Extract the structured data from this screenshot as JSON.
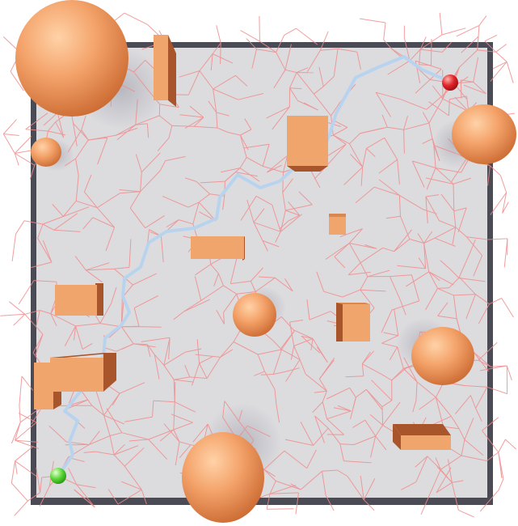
{
  "scene": {
    "type": "motion-planning-visualization",
    "colors": {
      "background": "#ffffff",
      "wall": "#4b4b55",
      "floor": "#dcdcdf",
      "obstacle": "#f0a56c",
      "obstacle_shade": "#a9552b",
      "tree_edge": "#f08c8c",
      "path": "#b8d3ee",
      "start": "#59d836",
      "goal": "#e0232a"
    },
    "markers": {
      "start": "start-marker",
      "goal": "goal-marker"
    }
  }
}
